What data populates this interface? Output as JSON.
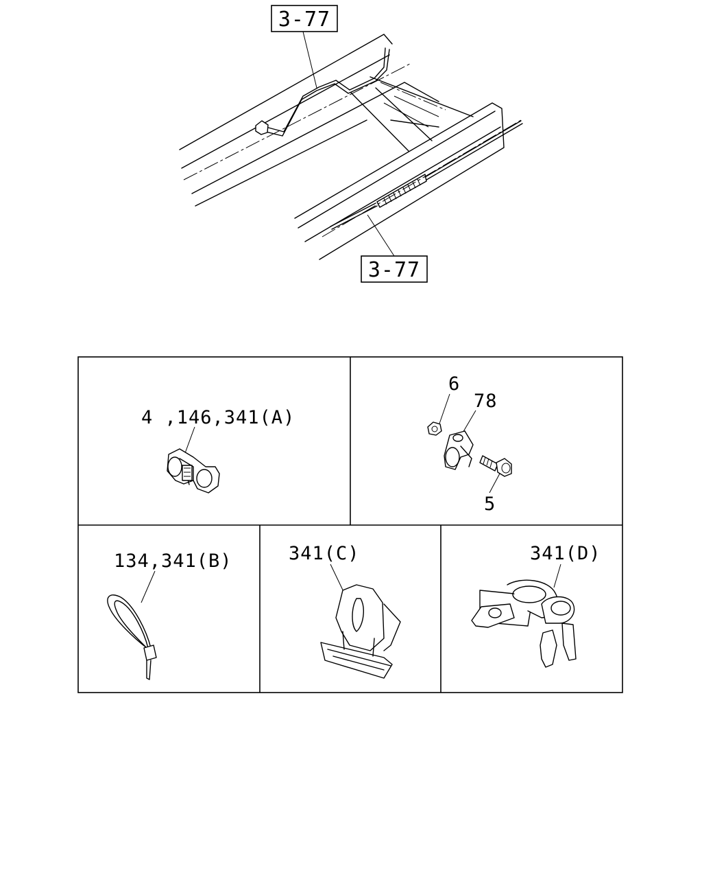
{
  "references": {
    "top": "3-77",
    "bottom": "3-77"
  },
  "callouts": {
    "panel_a": "4 ,146,341(A)",
    "panel_bolt_6": "6",
    "panel_bolt_78": "78",
    "panel_bolt_5": "5",
    "panel_b": "134,341(B)",
    "panel_c": "341(C)",
    "panel_d": "341(D)"
  }
}
